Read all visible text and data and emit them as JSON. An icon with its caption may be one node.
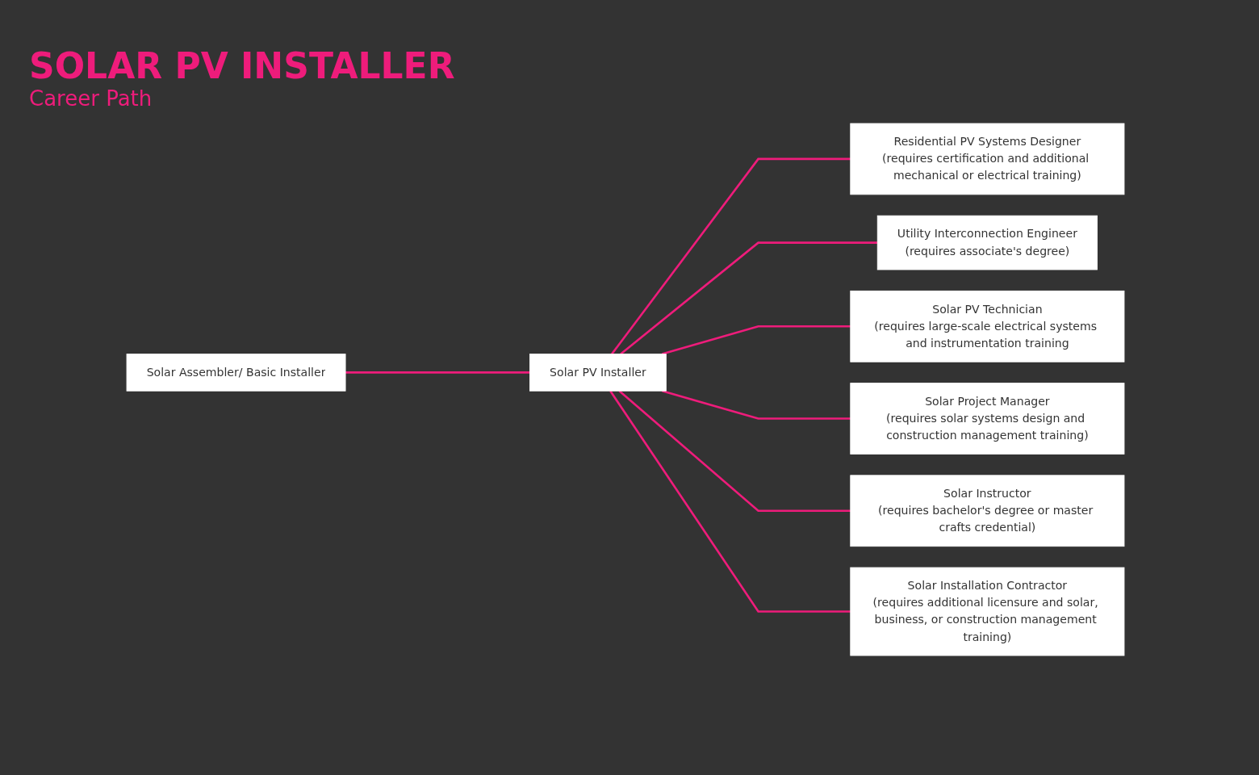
{
  "diagram": {
    "title": "SOLAR PV INSTALLER",
    "caption": "Career Path",
    "nodes": [
      {
        "text": [
          "Solar Assembler/ Basic Installer"
        ]
      },
      {
        "text": [
          "Solar PV Installer"
        ]
      },
      {
        "text": [
          "Residential PV Systems Designer",
          "(requires certification and additional mechanical or electrical training)"
        ]
      },
      {
        "text": [
          "Utility Interconnection Engineer",
          "(requires associate's degree)"
        ]
      },
      {
        "text": [
          "Solar PV Technician",
          "(requires large-scale electrical systems and instrumentation training"
        ]
      },
      {
        "text": [
          "Solar Project Manager",
          "(requires solar systems design and construction management training)"
        ]
      },
      {
        "text": [
          "Solar Instructor",
          "(requires bachelor's degree or master crafts credential)"
        ]
      },
      {
        "text": [
          "Solar Installation Contractor",
          "(requires additional licensure and solar, business, or construction management training)"
        ]
      }
    ],
    "edges": [
      {
        "from": 0,
        "to": 1,
        "arrow": "none"
      },
      {
        "from": 1,
        "to": 2,
        "arrow": "none"
      },
      {
        "from": 1,
        "to": 3,
        "arrow": "none"
      },
      {
        "from": 1,
        "to": 4,
        "arrow": "none"
      },
      {
        "from": 1,
        "to": 5,
        "arrow": "none"
      },
      {
        "from": 1,
        "to": 6,
        "arrow": "none"
      },
      {
        "from": 1,
        "to": 7,
        "arrow": "none"
      }
    ]
  }
}
